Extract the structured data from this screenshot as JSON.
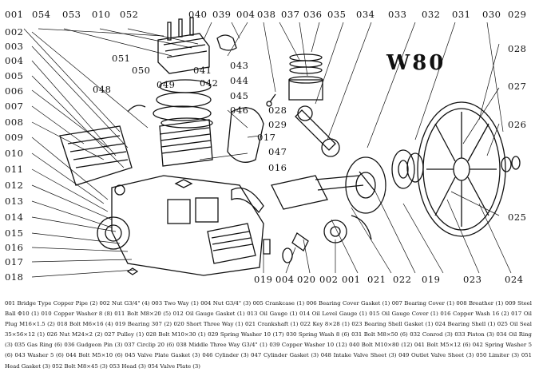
{
  "model_label": "W80",
  "callouts_top": [
    "001",
    "054",
    "053",
    "010",
    "052",
    "040",
    "039",
    "004",
    "038",
    "037",
    "036",
    "035",
    "034",
    "033",
    "032",
    "031",
    "030",
    "029"
  ],
  "callouts_left": [
    "002",
    "003",
    "004",
    "005",
    "006",
    "007",
    "008",
    "009",
    "010",
    "011",
    "012",
    "013",
    "014",
    "015",
    "016",
    "017",
    "018"
  ],
  "callouts_right": [
    "028",
    "027",
    "026",
    "025"
  ],
  "callouts_bottom": [
    "019",
    "004",
    "020",
    "002",
    "001",
    "021",
    "022",
    "019",
    "023",
    "024"
  ],
  "callouts_center": [
    "051",
    "050",
    "041",
    "049",
    "042",
    "048",
    "043",
    "044",
    "045",
    "046",
    "028",
    "029",
    "017",
    "047",
    "016"
  ],
  "legend_items": [
    "001 Bridge Type Copper Pipe (2)",
    "002 Nut G3/4\" (4)",
    "003 Two Way (1)",
    "004 Nut G3/4\" (3)",
    "005 Crankcase (1)",
    "006 Bearing Cover Gasket (1)",
    "007 Bearing Cover (1)",
    "008 Breather (1)",
    "009 Steel Ball Φ10 (1)",
    "010 Copper Washer 8 (8)",
    "011 Bolt M8×20 (5)",
    "012 Oil Gauge Gasket (1)",
    "013 Oil Gauge (1)",
    "014 Oil Level Gauge (1)",
    "015 Oil Gauge Cover (1)",
    "016 Copper Wash 16 (2)",
    "017 Oil Plug M16×1.5 (2)",
    "018 Bolt M6×16 (4)",
    "019 Bearing 307 (2)",
    "020 Short Three Way (1)",
    "021 Crankshaft (1)",
    "022 Key 8×28 (1)",
    "023 Bearing Shell Gasket (1)",
    "024 Bearing Shell (1)",
    "025 Oil Seal 35×56×12 (1)",
    "026 Nut M24×2 (2)",
    "027 Pulley (1)",
    "028 Bolt M10×30 (1)",
    "029 Spring Washer 10 (17)",
    "030 Spring Wash 8 (6)",
    "031 Bolt M8×50 (6)",
    "032 Conrod (3)",
    "033 Piston (3)",
    "034 Oil Ring (3)",
    "035 Gas Ring (6)",
    "036 Gudgeon Pin (3)",
    "037 Circlip 20 (6)",
    "038 Middle Three Way G3/4\" (1)",
    "039 Copper Washer 10 (12)",
    "040 Bolt M10×80 (12)",
    "041 Bolt M5×12 (6)",
    "042 Spring Washer 5 (6)",
    "043 Washer 5 (6)",
    "044 Bolt M5×10 (6)",
    "045 Valve Plate Gasket (3)",
    "046 Cylinder (3)",
    "047 Cylinder Gasket (3)",
    "048 Intake Valve Sheet (3)",
    "049 Outlet Valve Sheet (3)",
    "050 Limiter (3)",
    "051 Head Gasket (3)",
    "052 Bolt M8×45 (3)",
    "053 Head (3)",
    "054 Valve Plate (3)"
  ]
}
